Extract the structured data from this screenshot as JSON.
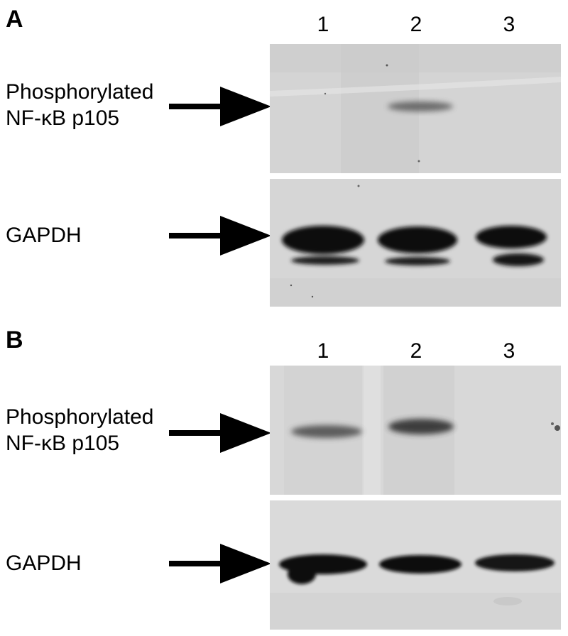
{
  "panels": [
    {
      "letter": "A",
      "lanes": [
        "1",
        "2",
        "3"
      ],
      "blots": [
        {
          "label_line1": "Phosphorylated",
          "label_line2": "NF-κB p105"
        },
        {
          "label_line1": "GAPDH"
        }
      ]
    },
    {
      "letter": "B",
      "lanes": [
        "1",
        "2",
        "3"
      ],
      "blots": [
        {
          "label_line1": "Phosphorylated",
          "label_line2": "NF-κB p105"
        },
        {
          "label_line1": "GAPDH"
        }
      ]
    }
  ]
}
